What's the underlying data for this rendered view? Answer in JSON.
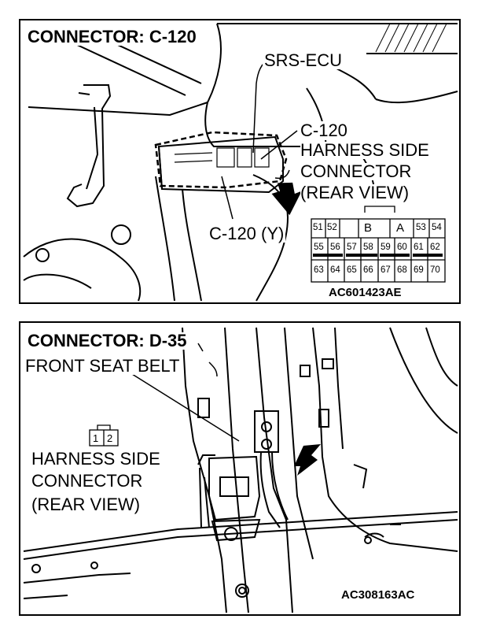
{
  "panel1": {
    "title": "CONNECTOR: C-120",
    "ecu_label": "SRS-ECU",
    "callout_lines": [
      "C-120",
      "HARNESS SIDE",
      "CONNECTOR",
      "(REAR VIEW)"
    ],
    "connector_label": "C-120 (Y)",
    "key_labels": [
      "B",
      "A"
    ],
    "pin_rows": [
      [
        "51",
        "52",
        "",
        "",
        "",
        "",
        "",
        "53",
        "54"
      ],
      [
        "55",
        "56",
        "57",
        "58",
        "59",
        "60",
        "61",
        "62"
      ],
      [
        "63",
        "64",
        "65",
        "66",
        "67",
        "68",
        "69",
        "70"
      ]
    ],
    "figure_code": "AC601423AE"
  },
  "panel2": {
    "title": "CONNECTOR: D-35",
    "part_label": "FRONT SEAT BELT",
    "pins": [
      "1",
      "2"
    ],
    "view_lines": [
      "HARNESS SIDE",
      "CONNECTOR",
      "(REAR VIEW)"
    ],
    "figure_code": "AC308163AC"
  },
  "colors": {
    "line": "#000000",
    "background": "#ffffff"
  }
}
